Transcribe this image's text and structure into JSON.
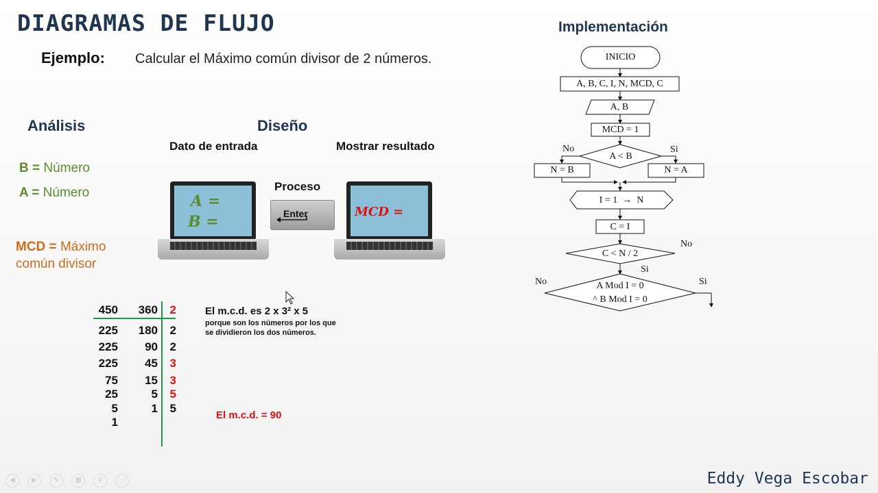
{
  "title": "DIAGRAMAS DE FLUJO",
  "example": {
    "label": "Ejemplo:",
    "text": "Calcular el Máximo común divisor de 2 números."
  },
  "analysis": {
    "heading": "Análisis",
    "vars": [
      {
        "name": "B =",
        "desc": "Número"
      },
      {
        "name": "A =",
        "desc": "Número"
      },
      {
        "name": "MCD =",
        "desc": "Máximo común divisor"
      }
    ]
  },
  "design": {
    "heading": "Diseño",
    "input_label": "Dato de entrada",
    "process_label": "Proceso",
    "output_label": "Mostrar resultado",
    "enter_key": "Enter",
    "screen_a": "A =",
    "screen_b": "B =",
    "screen_mcd": "MCD ="
  },
  "division_table": {
    "header": [
      "450",
      "360",
      "2"
    ],
    "rows": [
      [
        "225",
        "180",
        "2"
      ],
      [
        "225",
        "90",
        "2"
      ],
      [
        "225",
        "45",
        "3"
      ],
      [
        "75",
        "15",
        "3"
      ],
      [
        "25",
        "5",
        "5"
      ],
      [
        "5",
        "1",
        "5"
      ],
      [
        "1",
        "",
        ""
      ]
    ]
  },
  "explanation": {
    "title": "El m.c.d. es 2 x 3² x 5",
    "line1": "porque son los números por los que",
    "line2": "se dividieron los dos números.",
    "result": "El m.c.d. = 90"
  },
  "implementation": {
    "heading": "Implementación",
    "start": "INICIO",
    "declare": "A, B, C, I, N, MCD, C",
    "read": "A, B",
    "init": "MCD = 1",
    "cond1": "A < B",
    "no": "No",
    "si": "Si",
    "assign_no": "N = B",
    "assign_si": "N = A",
    "loop": "I = 1  →  N",
    "assign_c": "C = I",
    "cond2": "C < N / 2",
    "cond3_line1": "A Mod I = 0",
    "cond3_line2": "^ B Mod I = 0"
  },
  "author": "Eddy Vega Escobar"
}
